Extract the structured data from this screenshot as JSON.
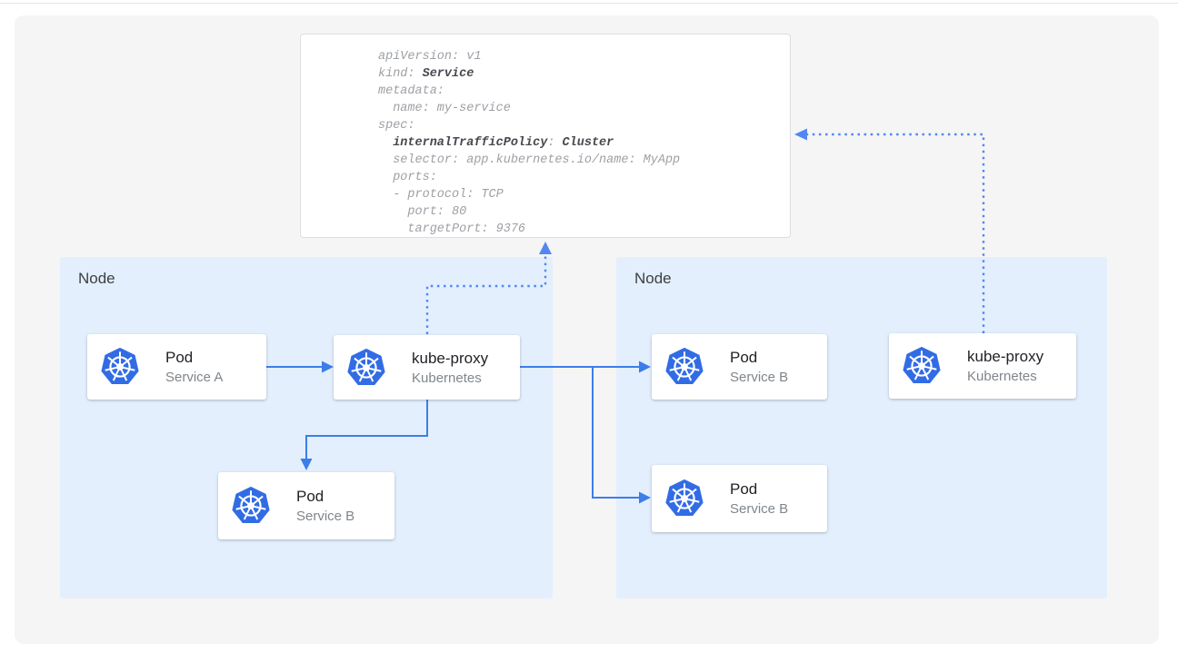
{
  "colors": {
    "panel_bg": "#f5f5f6",
    "node_fill": "#e3effd",
    "arrow_blue": "#3d7de9",
    "dotted_blue": "#5187f2",
    "kubernetes_blue": "#326ce5",
    "yaml_gray": "#9da0a5",
    "yaml_dark": "#46494e"
  },
  "yaml_card": {
    "lines": [
      {
        "segments": [
          {
            "text": "apiVersion: v1"
          }
        ]
      },
      {
        "segments": [
          {
            "text": "kind: "
          },
          {
            "text": "Service",
            "bold": true
          }
        ]
      },
      {
        "segments": [
          {
            "text": "metadata:"
          }
        ]
      },
      {
        "segments": [
          {
            "text": "  name: my-service"
          }
        ]
      },
      {
        "segments": [
          {
            "text": "spec:"
          }
        ]
      },
      {
        "segments": [
          {
            "text": "  "
          },
          {
            "text": "internalTrafficPolicy",
            "bold": true
          },
          {
            "text": ": "
          },
          {
            "text": "Cluster",
            "bold": true
          }
        ]
      },
      {
        "segments": [
          {
            "text": "  selector: app.kubernetes.io/name: MyApp"
          }
        ]
      },
      {
        "segments": [
          {
            "text": "  ports:"
          }
        ]
      },
      {
        "segments": [
          {
            "text": "  - protocol: TCP"
          }
        ]
      },
      {
        "segments": [
          {
            "text": "    port: 80"
          }
        ]
      },
      {
        "segments": [
          {
            "text": "    targetPort: 9376"
          }
        ]
      }
    ]
  },
  "nodes": [
    {
      "label": "Node"
    },
    {
      "label": "Node"
    }
  ],
  "cards": [
    {
      "title": "Pod",
      "subtitle": "Service A",
      "icon": "kubernetes-icon"
    },
    {
      "title": "kube-proxy",
      "subtitle": "Kubernetes",
      "icon": "kubernetes-icon"
    },
    {
      "title": "Pod",
      "subtitle": "Service B",
      "icon": "kubernetes-icon"
    },
    {
      "title": "Pod",
      "subtitle": "Service B",
      "icon": "kubernetes-icon"
    },
    {
      "title": "Pod",
      "subtitle": "Service B",
      "icon": "kubernetes-icon"
    },
    {
      "title": "kube-proxy",
      "subtitle": "Kubernetes",
      "icon": "kubernetes-icon"
    }
  ]
}
